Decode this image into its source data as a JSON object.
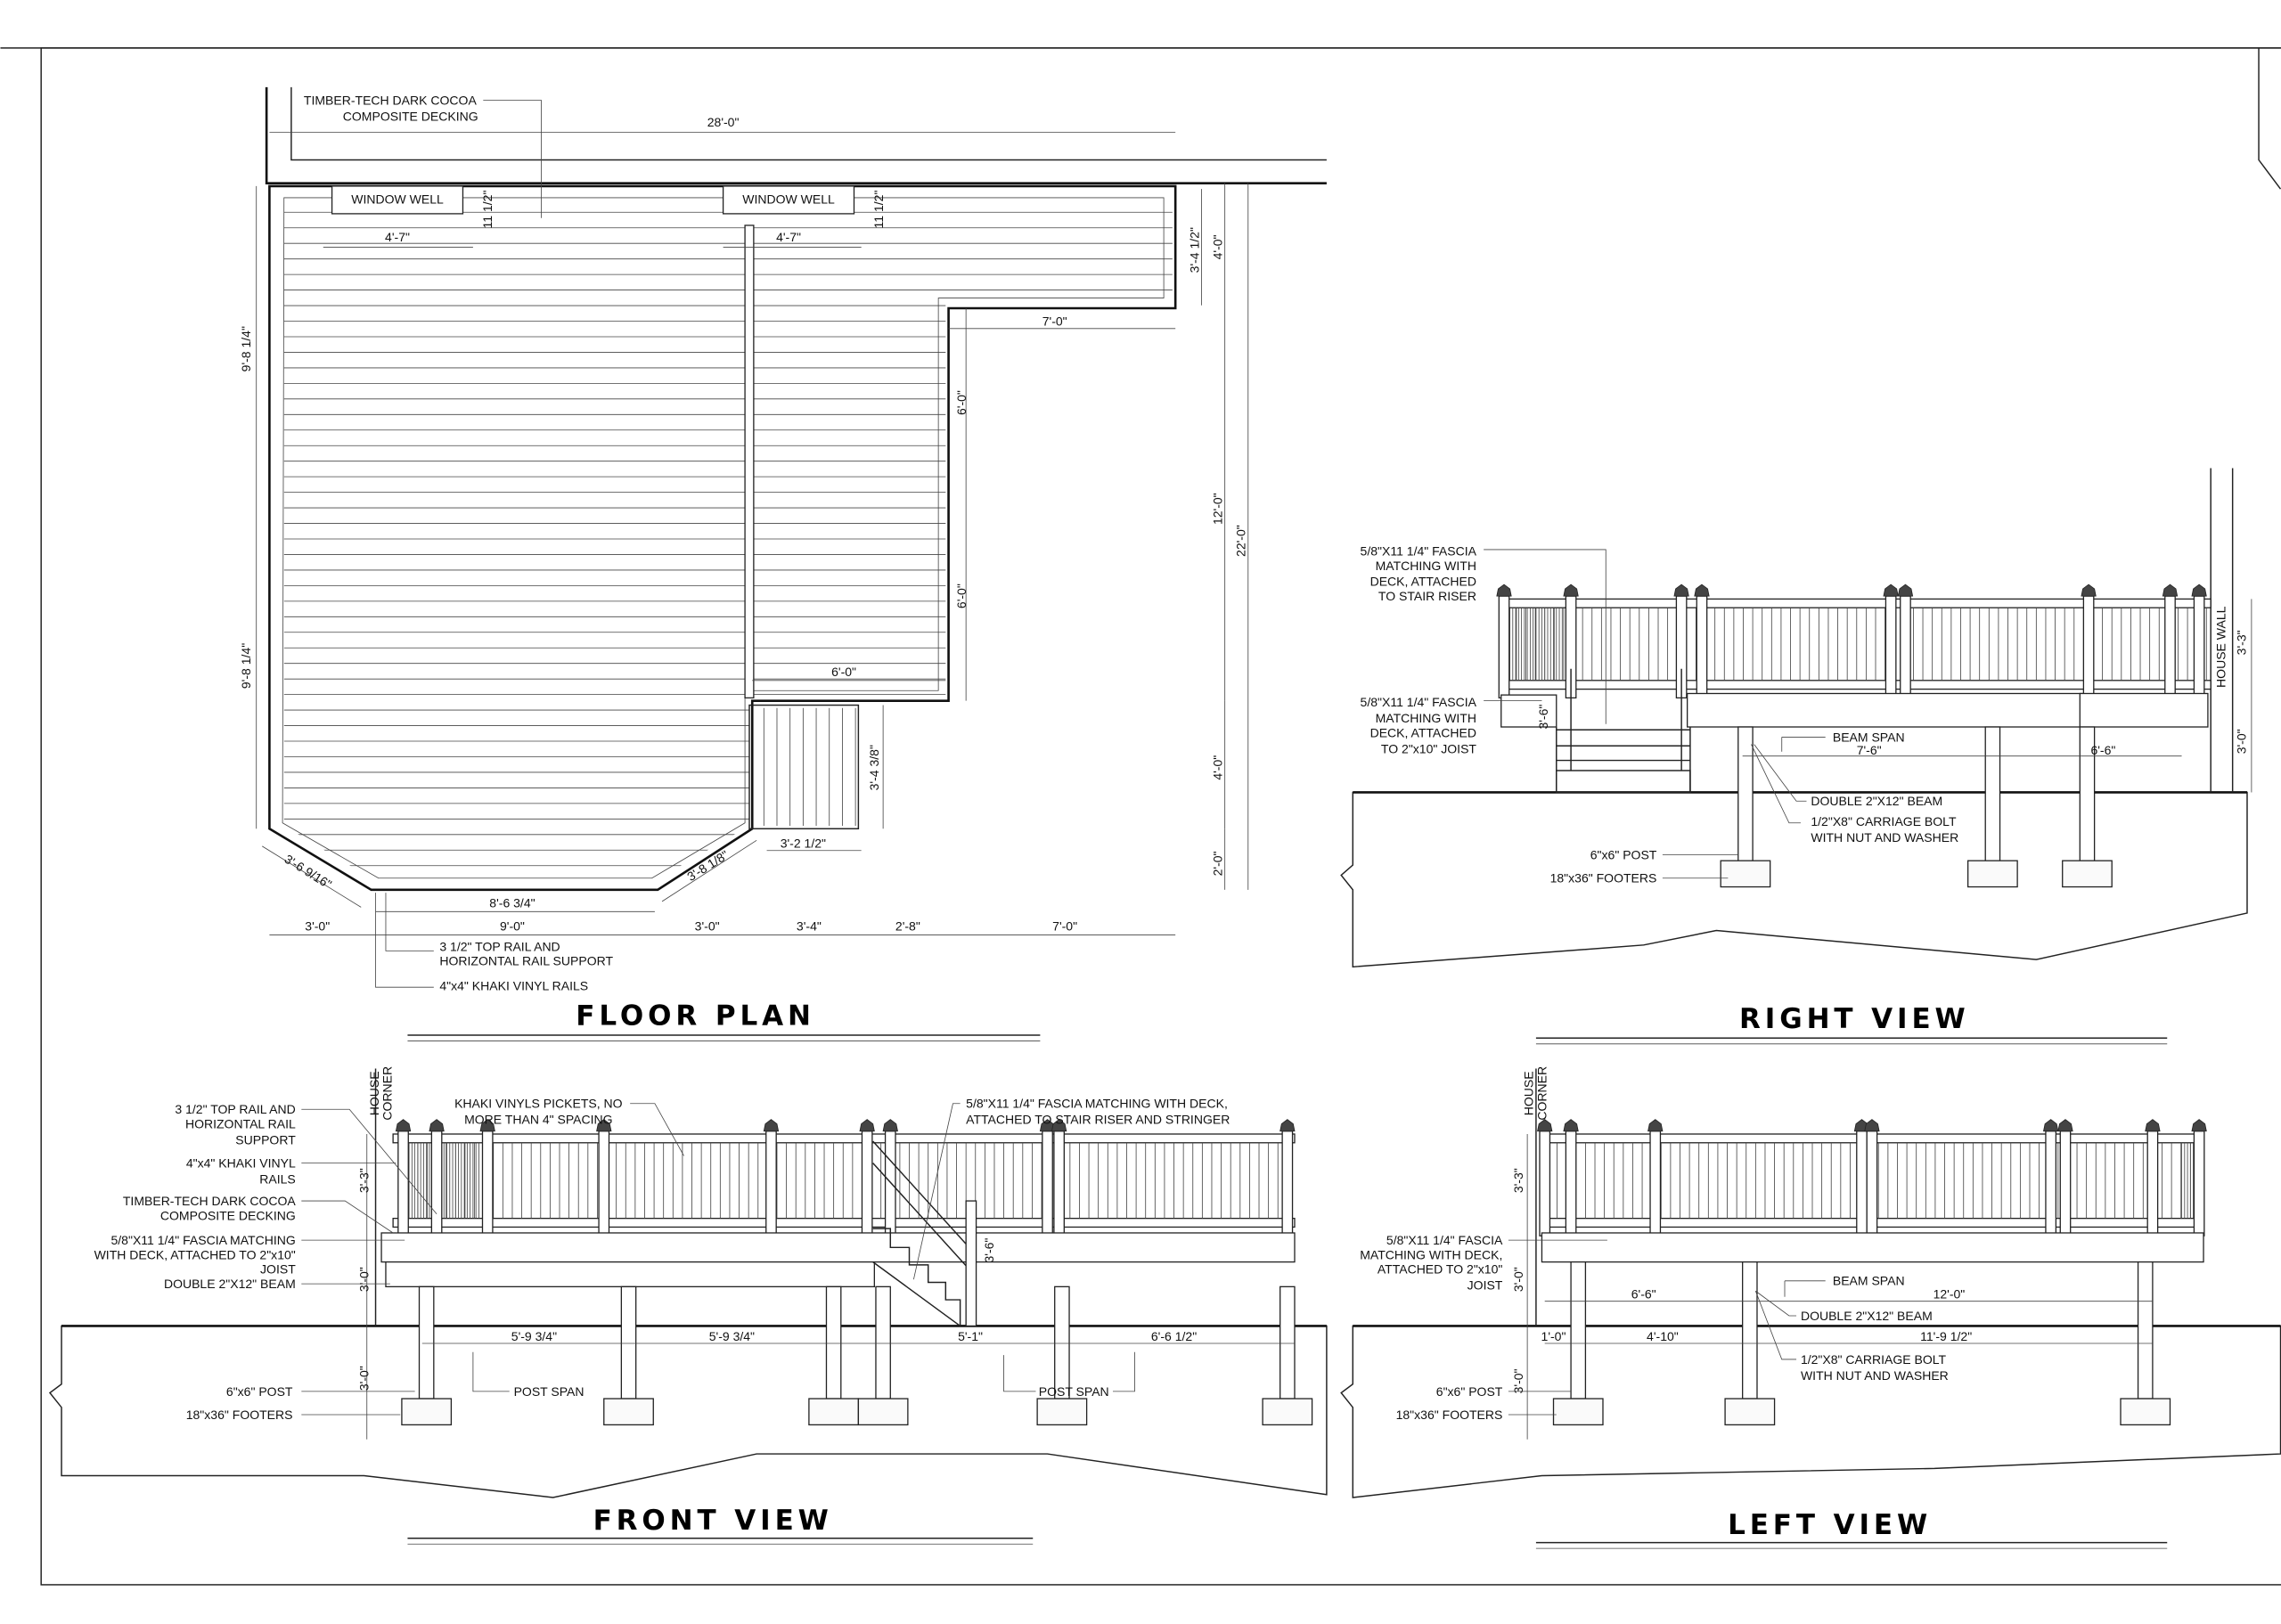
{
  "floor_plan": {
    "title": "FLOOR PLAN",
    "decking_note": [
      "TIMBER-TECH DARK COCOA",
      "COMPOSITE DECKING"
    ],
    "window_well": "WINDOW WELL",
    "dims": {
      "overall": "28'-0\"",
      "ww_width": "4'-7\"",
      "ww_depth": "11 1/2\"",
      "right_top": "3'-4 1/2\"",
      "right_4a": "4'-0\"",
      "bump": "7'-0\"",
      "left_upper": "9'-8 1/4\"",
      "left_lower": "9'-8 1/4\"",
      "inner_6a": "6'-0\"",
      "inner_6b": "6'-0\"",
      "inner_bottom": "6'-0\"",
      "right_12": "12'-0\"",
      "right_22": "22'-0\"",
      "stair_depth": "3'-4 3/8\"",
      "stair_width": "3'-2 1/2\"",
      "right_4b": "4'-0\"",
      "right_2": "2'-0\"",
      "diag_left": "3'-6 9/16\"",
      "diag_right": "3'-8 1/8\"",
      "bottom_rail": "8'-6 3/4\"",
      "bottom_row": [
        "3'-0\"",
        "9'-0\"",
        "3'-0\"",
        "3'-4\"",
        "2'-8\"",
        "7'-0\""
      ]
    },
    "top_rail_note": [
      "3 1/2\" TOP RAIL AND",
      "HORIZONTAL RAIL SUPPORT"
    ],
    "vinyl_rails_note": "4\"x4\" KHAKI VINYL RAILS"
  },
  "right_view": {
    "title": "RIGHT VIEW",
    "fascia_stair": [
      "5/8\"X11 1/4\"  FASCIA",
      "MATCHING WITH",
      "DECK, ATTACHED",
      "TO STAIR RISER"
    ],
    "fascia_joist": [
      "5/8\"X11 1/4\" FASCIA",
      "MATCHING WITH",
      "DECK,  ATTACHED",
      "TO 2\"x10\" JOIST"
    ],
    "stair_height": "3'-6\"",
    "beam_span": "BEAM SPAN",
    "span_1": "7'-6\"",
    "span_2": "6'-6\"",
    "beam": "DOUBLE 2\"X12\" BEAM",
    "bolt": [
      "1/2\"X8\" CARRIAGE BOLT",
      "WITH NUT AND WASHER"
    ],
    "post": "6\"x6\" POST",
    "footers": "18\"x36\" FOOTERS",
    "house_wall": "HOUSE WALL",
    "rail_height": "3'-3\"",
    "deck_height": "3'-0\""
  },
  "front_view": {
    "title": "FRONT VIEW",
    "house_corner": [
      "HOUSE",
      "CORNER"
    ],
    "top_rail": [
      "3 1/2\" TOP RAIL AND",
      "HORIZONTAL RAIL",
      "SUPPORT"
    ],
    "vinyl_rails": [
      "4\"x4\" KHAKI VINYL",
      "RAILS"
    ],
    "decking": [
      "TIMBER-TECH DARK COCOA",
      "COMPOSITE DECKING"
    ],
    "fascia": [
      "5/8\"X11 1/4\" FASCIA MATCHING",
      "WITH DECK,  ATTACHED TO 2\"x10\"",
      "JOIST"
    ],
    "beam": "DOUBLE 2\"X12\" BEAM",
    "pickets": [
      "KHAKI VINYLS PICKETS, NO",
      "MORE THAN 4\" SPACING"
    ],
    "fascia_stair": [
      "5/8\"X11 1/4\"  FASCIA MATCHING WITH DECK,",
      "ATTACHED TO STAIR RISER AND STRINGER"
    ],
    "rail_height": "3'-3\"",
    "deck_height": "3'-0\"",
    "footing_depth": "3'-0\"",
    "stair_height": "3'-6\"",
    "spans": [
      "5'-9 3/4\"",
      "5'-9 3/4\"",
      "5'-1\"",
      "6'-6 1/2\""
    ],
    "post_span": "POST SPAN",
    "post": "6\"x6\" POST",
    "footers": "18\"x36\" FOOTERS"
  },
  "left_view": {
    "title": "LEFT VIEW",
    "house_corner": [
      "HOUSE",
      "CORNER"
    ],
    "rail_height": "3'-3\"",
    "fascia": [
      "5/8\"X11 1/4\" FASCIA",
      "MATCHING WITH DECK,",
      "ATTACHED TO 2\"x10\"",
      "JOIST"
    ],
    "deck_height": "3'-0\"",
    "footing_depth": "3'-0\"",
    "beam_span": "BEAM SPAN",
    "span_1": "6'-6\"",
    "span_2": "12'-0\"",
    "beam": "DOUBLE 2\"X12\" BEAM",
    "post_dims": [
      "1'-0\"",
      "4'-10\"",
      "11'-9 1/2\""
    ],
    "bolt": [
      "1/2\"X8\" CARRIAGE BOLT",
      "WITH NUT AND WASHER"
    ],
    "post": "6\"x6\" POST",
    "footers": "18\"x36\" FOOTERS"
  }
}
